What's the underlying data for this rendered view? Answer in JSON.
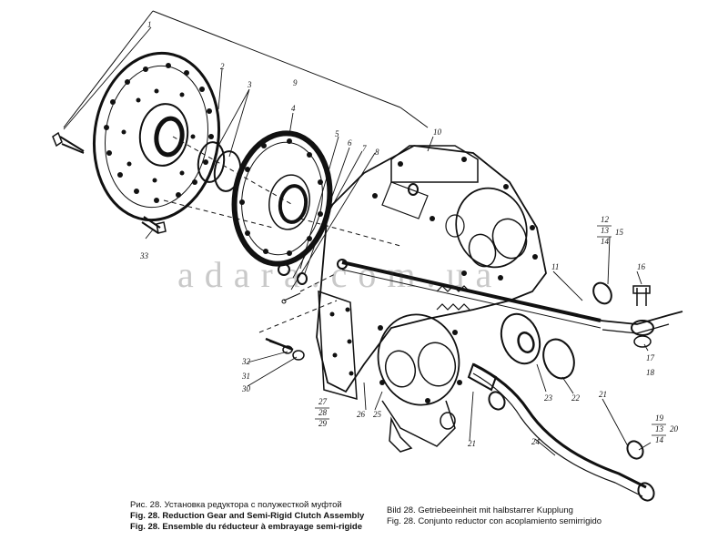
{
  "callouts": {
    "c1": "1",
    "c2": "2",
    "c3": "3",
    "c4": "4",
    "c5": "5",
    "c6": "6",
    "c7": "7",
    "c8": "8",
    "c9": "9",
    "c10": "10",
    "c11": "11",
    "c12": "12",
    "c13a": "13",
    "c14a": "14",
    "c15": "15",
    "c16": "16",
    "c17": "17",
    "c18": "18",
    "c19": "19",
    "c13b": "13",
    "c14b": "14",
    "c20": "20",
    "c21a": "21",
    "c21b": "21",
    "c22": "22",
    "c23": "23",
    "c24": "24",
    "c25": "25",
    "c26": "26",
    "c27": "27",
    "c28": "28",
    "c29": "29",
    "c30": "30",
    "c31": "31",
    "c32": "32",
    "c33": "33"
  },
  "watermark": "adara.com.ua",
  "caption": {
    "ru": "Рис. 28. Установка редуктора с полужесткой муфтой",
    "en": "Fig. 28. Reduction Gear and Semi-Rigid Clutch Assembly",
    "fr": "Fig. 28. Ensemble du réducteur à embrayage semi-rigide",
    "de": "Bild 28. Getriebeeinheit mit halbstarrer Kupplung",
    "es": "Fig. 28. Conjunto reductor con acoplamiento semirrigido"
  }
}
